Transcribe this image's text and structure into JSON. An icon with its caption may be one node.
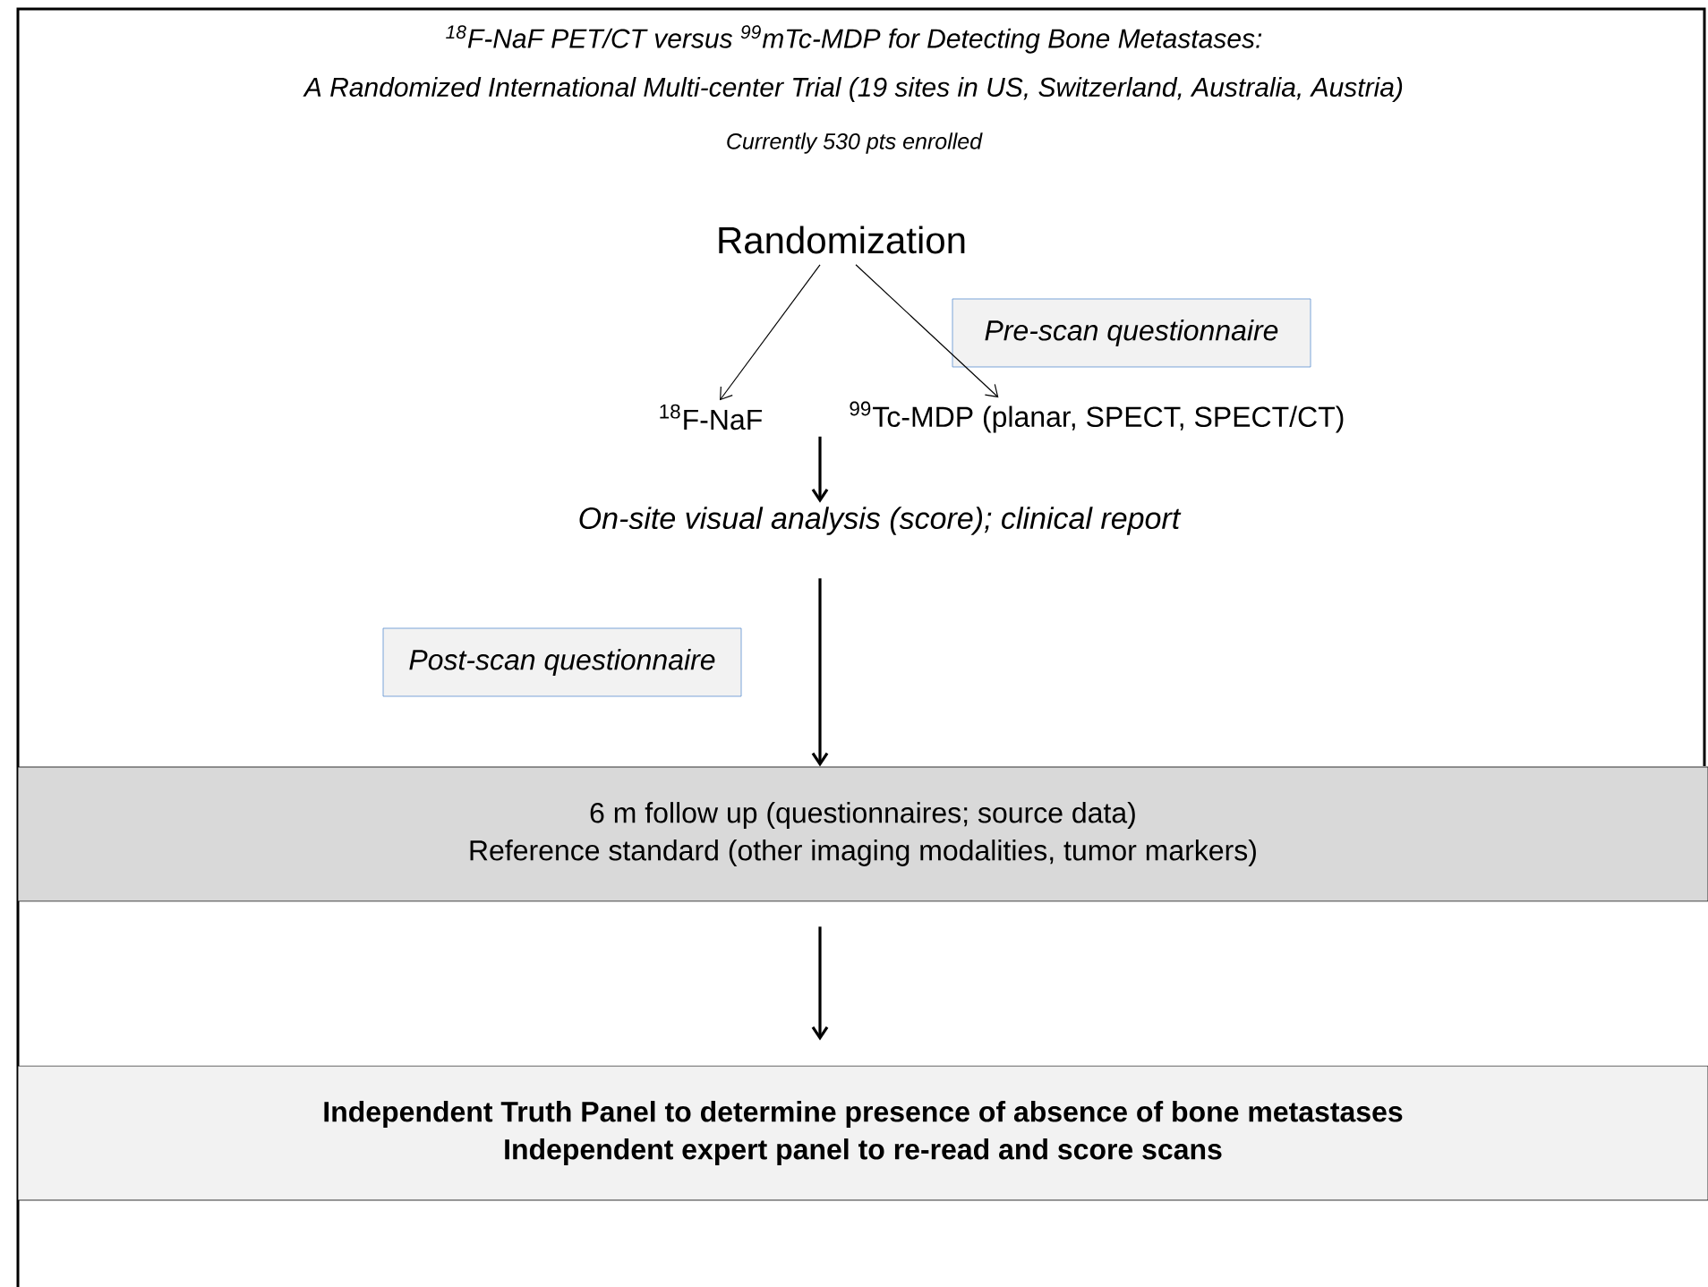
{
  "diagram": {
    "title": "$^{18}$F-NaF PET/CT versus $^{99}$mTc-MDP for Detecting Bone Metastases:",
    "nodes": [
      {
        "text": [
          "Randomization"
        ]
      },
      {
        "text": [
          "$^{18}$F-NaF"
        ]
      },
      {
        "text": [
          "$^{99}$Tc-MDP (planar, SPECT, SPECT/CT)"
        ]
      },
      {
        "text": [
          "Pre-scan questionnaire"
        ]
      },
      {
        "text": [
          "On-site visual analysis (score); clinical report"
        ]
      },
      {
        "text": [
          "Post-scan questionnaire"
        ]
      },
      {
        "text": [
          "6 m follow up (questionnaires; source data)",
          "Reference standard (other imaging modalities, tumor markers)"
        ]
      },
      {
        "text": [
          "Independent Truth Panel to determine presence of absence of bone metastases",
          "Independent expert panel to re-read and score scans"
        ]
      }
    ],
    "edges": [
      {
        "from": 0,
        "to": 1,
        "arrow": "to"
      },
      {
        "from": 0,
        "to": 2,
        "arrow": "to"
      },
      {
        "from": 2,
        "to": 4,
        "arrow": "to"
      },
      {
        "from": 4,
        "to": 6,
        "arrow": "to"
      },
      {
        "from": 6,
        "to": 7,
        "arrow": "to"
      }
    ],
    "labels": [
      "A Randomized International Multi-center Trial (19 sites in US, Switzerland, Australia, Austria)",
      "Currently 530 pts enrolled"
    ]
  }
}
